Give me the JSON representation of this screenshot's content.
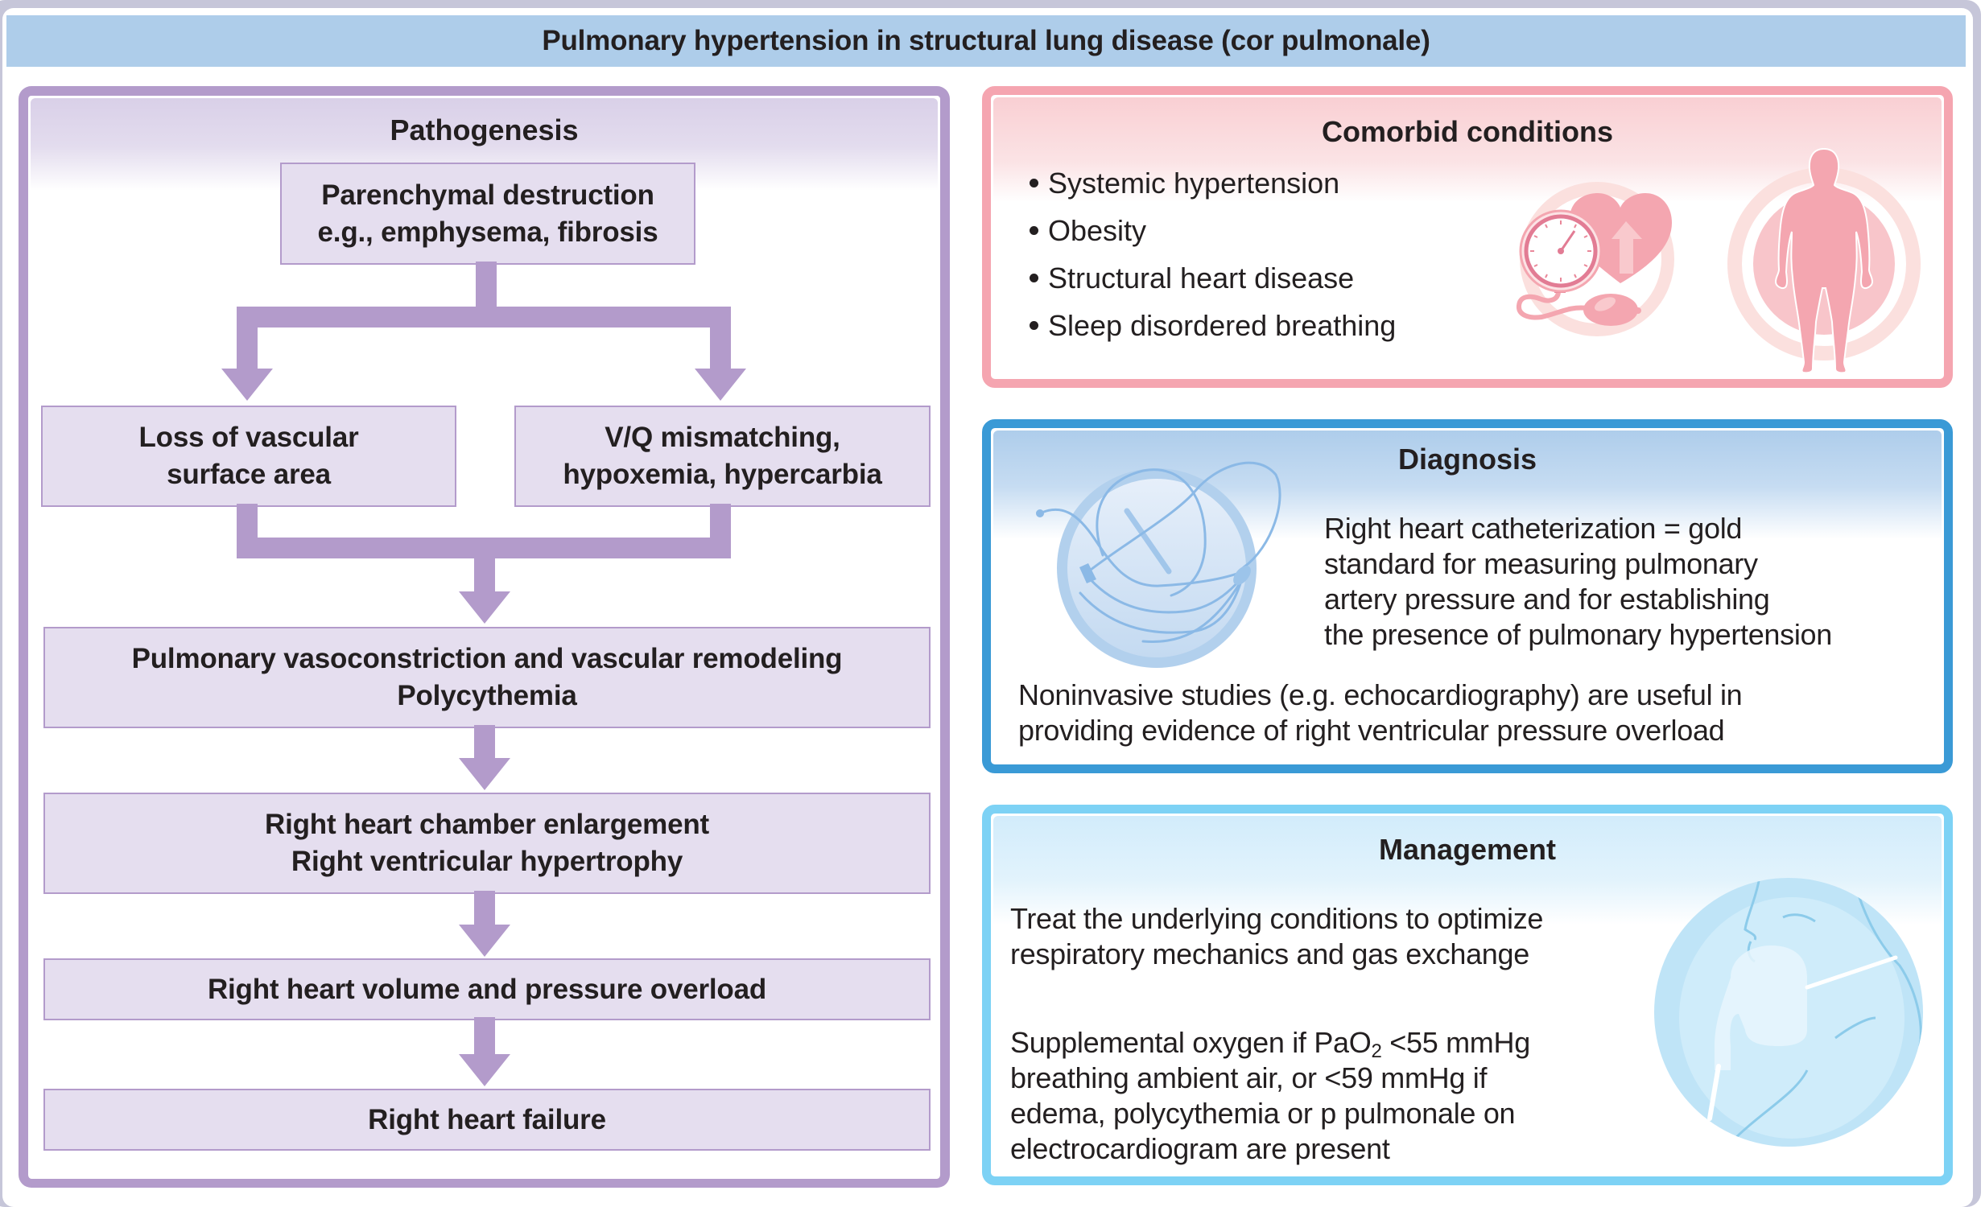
{
  "title": "Pulmonary hypertension in structural lung disease (cor pulmonale)",
  "colors": {
    "title_bar": "#aecdea",
    "pathogenesis_accent": "#b39bcb",
    "comorbid_accent": "#f5a5b0",
    "diagnosis_accent": "#3a9ad6",
    "management_accent": "#7dd2f5",
    "frame": "#c6c6d9"
  },
  "pathogenesis": {
    "heading": "Pathogenesis",
    "boxes": [
      {
        "lines": [
          "Parenchymal destruction",
          "e.g., emphysema, fibrosis"
        ]
      },
      {
        "lines": [
          "Loss of vascular",
          "surface area"
        ]
      },
      {
        "lines": [
          "V/Q mismatching,",
          "hypoxemia, hypercarbia"
        ]
      },
      {
        "lines": [
          "Pulmonary vasoconstriction and vascular remodeling",
          "Polycythemia"
        ]
      },
      {
        "lines": [
          "Right heart chamber enlargement",
          "Right ventricular hypertrophy"
        ]
      },
      {
        "lines": [
          "Right heart volume and pressure overload"
        ]
      },
      {
        "lines": [
          "Right heart failure"
        ]
      }
    ]
  },
  "comorbid": {
    "heading": "Comorbid conditions",
    "items": [
      "Systemic hypertension",
      "Obesity",
      "Structural heart disease",
      "Sleep disordered breathing"
    ],
    "icons": [
      "blood-pressure-heart-icon",
      "obese-person-icon"
    ]
  },
  "diagnosis": {
    "heading": "Diagnosis",
    "paragraph1": [
      "Right heart catheterization = gold",
      "standard for measuring pulmonary",
      "artery pressure and for establishing",
      "the presence of pulmonary hypertension"
    ],
    "paragraph2": [
      "Noninvasive studies (e.g. echocardiography) are useful in",
      "providing evidence of right ventricular pressure overload"
    ],
    "icon": "catheter-icon"
  },
  "management": {
    "heading": "Management",
    "paragraph1": [
      "Treat the underlying conditions to optimize",
      "respiratory mechanics and gas exchange"
    ],
    "paragraph2": {
      "line1_before": "Supplemental oxygen if PaO",
      "line1_sub": "2",
      "line1_after": " <55 mmHg",
      "rest": [
        "breathing ambient air, or <59 mmHg if",
        "edema, polycythemia or p pulmonale on",
        "electrocardiogram are present"
      ]
    },
    "icon": "oxygen-mask-icon"
  }
}
